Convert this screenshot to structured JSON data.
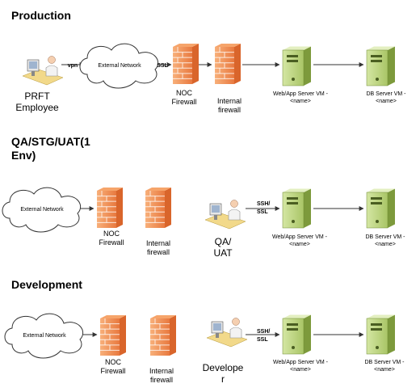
{
  "colors": {
    "firewall_light": "#f6a46a",
    "firewall_dark": "#d9652b",
    "server_light": "#c2d989",
    "server_dark": "#7d9a3c",
    "line": "#333333"
  },
  "icons": {
    "cloud": "cloud-icon",
    "firewall": "firewall-icon",
    "server": "server-icon",
    "workstation": "workstation-icon"
  },
  "sections": [
    {
      "title_lines": [
        "Production"
      ],
      "cloud_label": "External Network",
      "employee_lines": [
        "PRFT",
        "Employee"
      ],
      "vpn_label": "vpn",
      "ssl_label": "SSL",
      "noc_label_lines": [
        "NOC",
        "Firewall"
      ],
      "internal_label_lines": [
        "Internal",
        "firewall"
      ],
      "web_label_lines": [
        "Web/App Server VM -",
        "<name>"
      ],
      "db_label_lines": [
        "DB Server VM -",
        "<name>"
      ]
    },
    {
      "title_lines": [
        "QA/STG/UAT(1",
        "Env)"
      ],
      "cloud_label": "External Network",
      "noc_label_lines": [
        "NOC",
        "Firewall"
      ],
      "internal_label_lines": [
        "Internal",
        "firewall"
      ],
      "user_lines": [
        "QA/",
        "UAT"
      ],
      "sshssl_lines": [
        "SSH/",
        "SSL"
      ],
      "web_label_lines": [
        "Web/App Server VM -",
        "<name>"
      ],
      "db_label_lines": [
        "DB Server VM -",
        "<name>"
      ]
    },
    {
      "title_lines": [
        "Development"
      ],
      "cloud_label": "External Network",
      "noc_label_lines": [
        "NOC",
        "Firewall"
      ],
      "internal_label_lines": [
        "Internal",
        "firewall"
      ],
      "user_lines": [
        "Develope",
        "r"
      ],
      "sshssl_lines": [
        "SSH/",
        "SSL"
      ],
      "web_label_lines": [
        "Web/App Server  VM -",
        "<name>"
      ],
      "db_label_lines": [
        "DB Server VM -",
        "<name>"
      ]
    }
  ]
}
